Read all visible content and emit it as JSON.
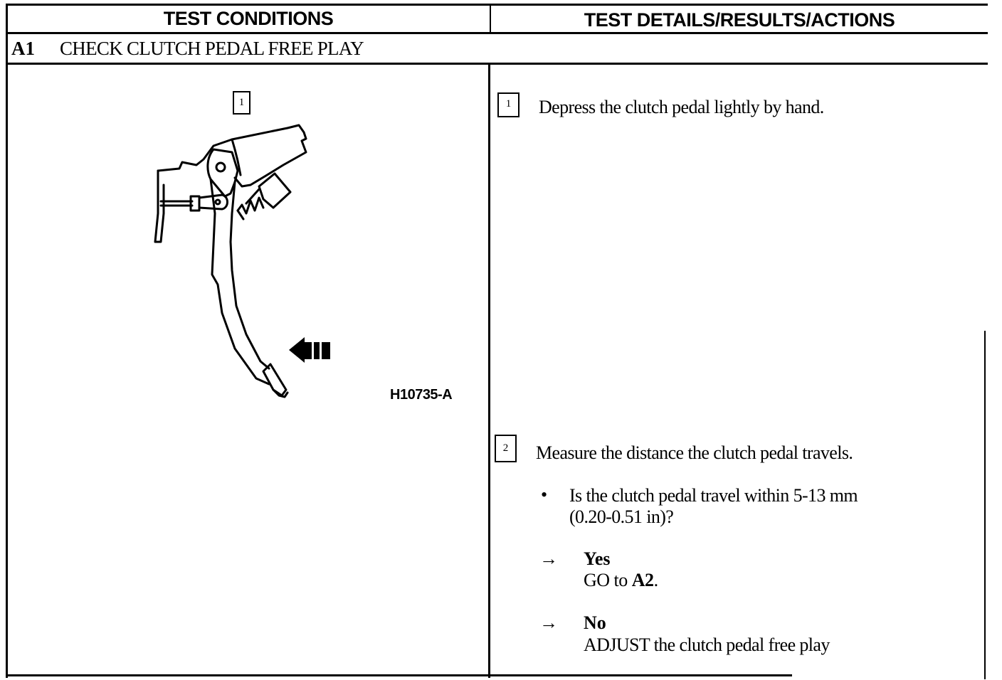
{
  "header": {
    "left_title": "TEST CONDITIONS",
    "right_title": "TEST DETAILS/RESULTS/ACTIONS"
  },
  "section": {
    "code": "A1",
    "title": "CHECK CLUTCH PEDAL FREE PLAY"
  },
  "figure": {
    "step_marker": "1",
    "code": "H10735-A"
  },
  "steps": [
    {
      "number": "1",
      "text": "Depress the clutch pedal lightly by hand."
    },
    {
      "number": "2",
      "text": "Measure the distance the clutch pedal travels."
    }
  ],
  "question": {
    "bullet": "•",
    "line1": "Is the clutch pedal travel within 5-13 mm",
    "line2": "(0.20-0.51 in)?"
  },
  "outcomes": [
    {
      "arrow": "→",
      "answer": "Yes",
      "action_prefix": "GO to ",
      "action_ref": "A2",
      "action_suffix": "."
    },
    {
      "arrow": "→",
      "answer": "No",
      "action": "ADJUST the clutch pedal free play"
    }
  ]
}
